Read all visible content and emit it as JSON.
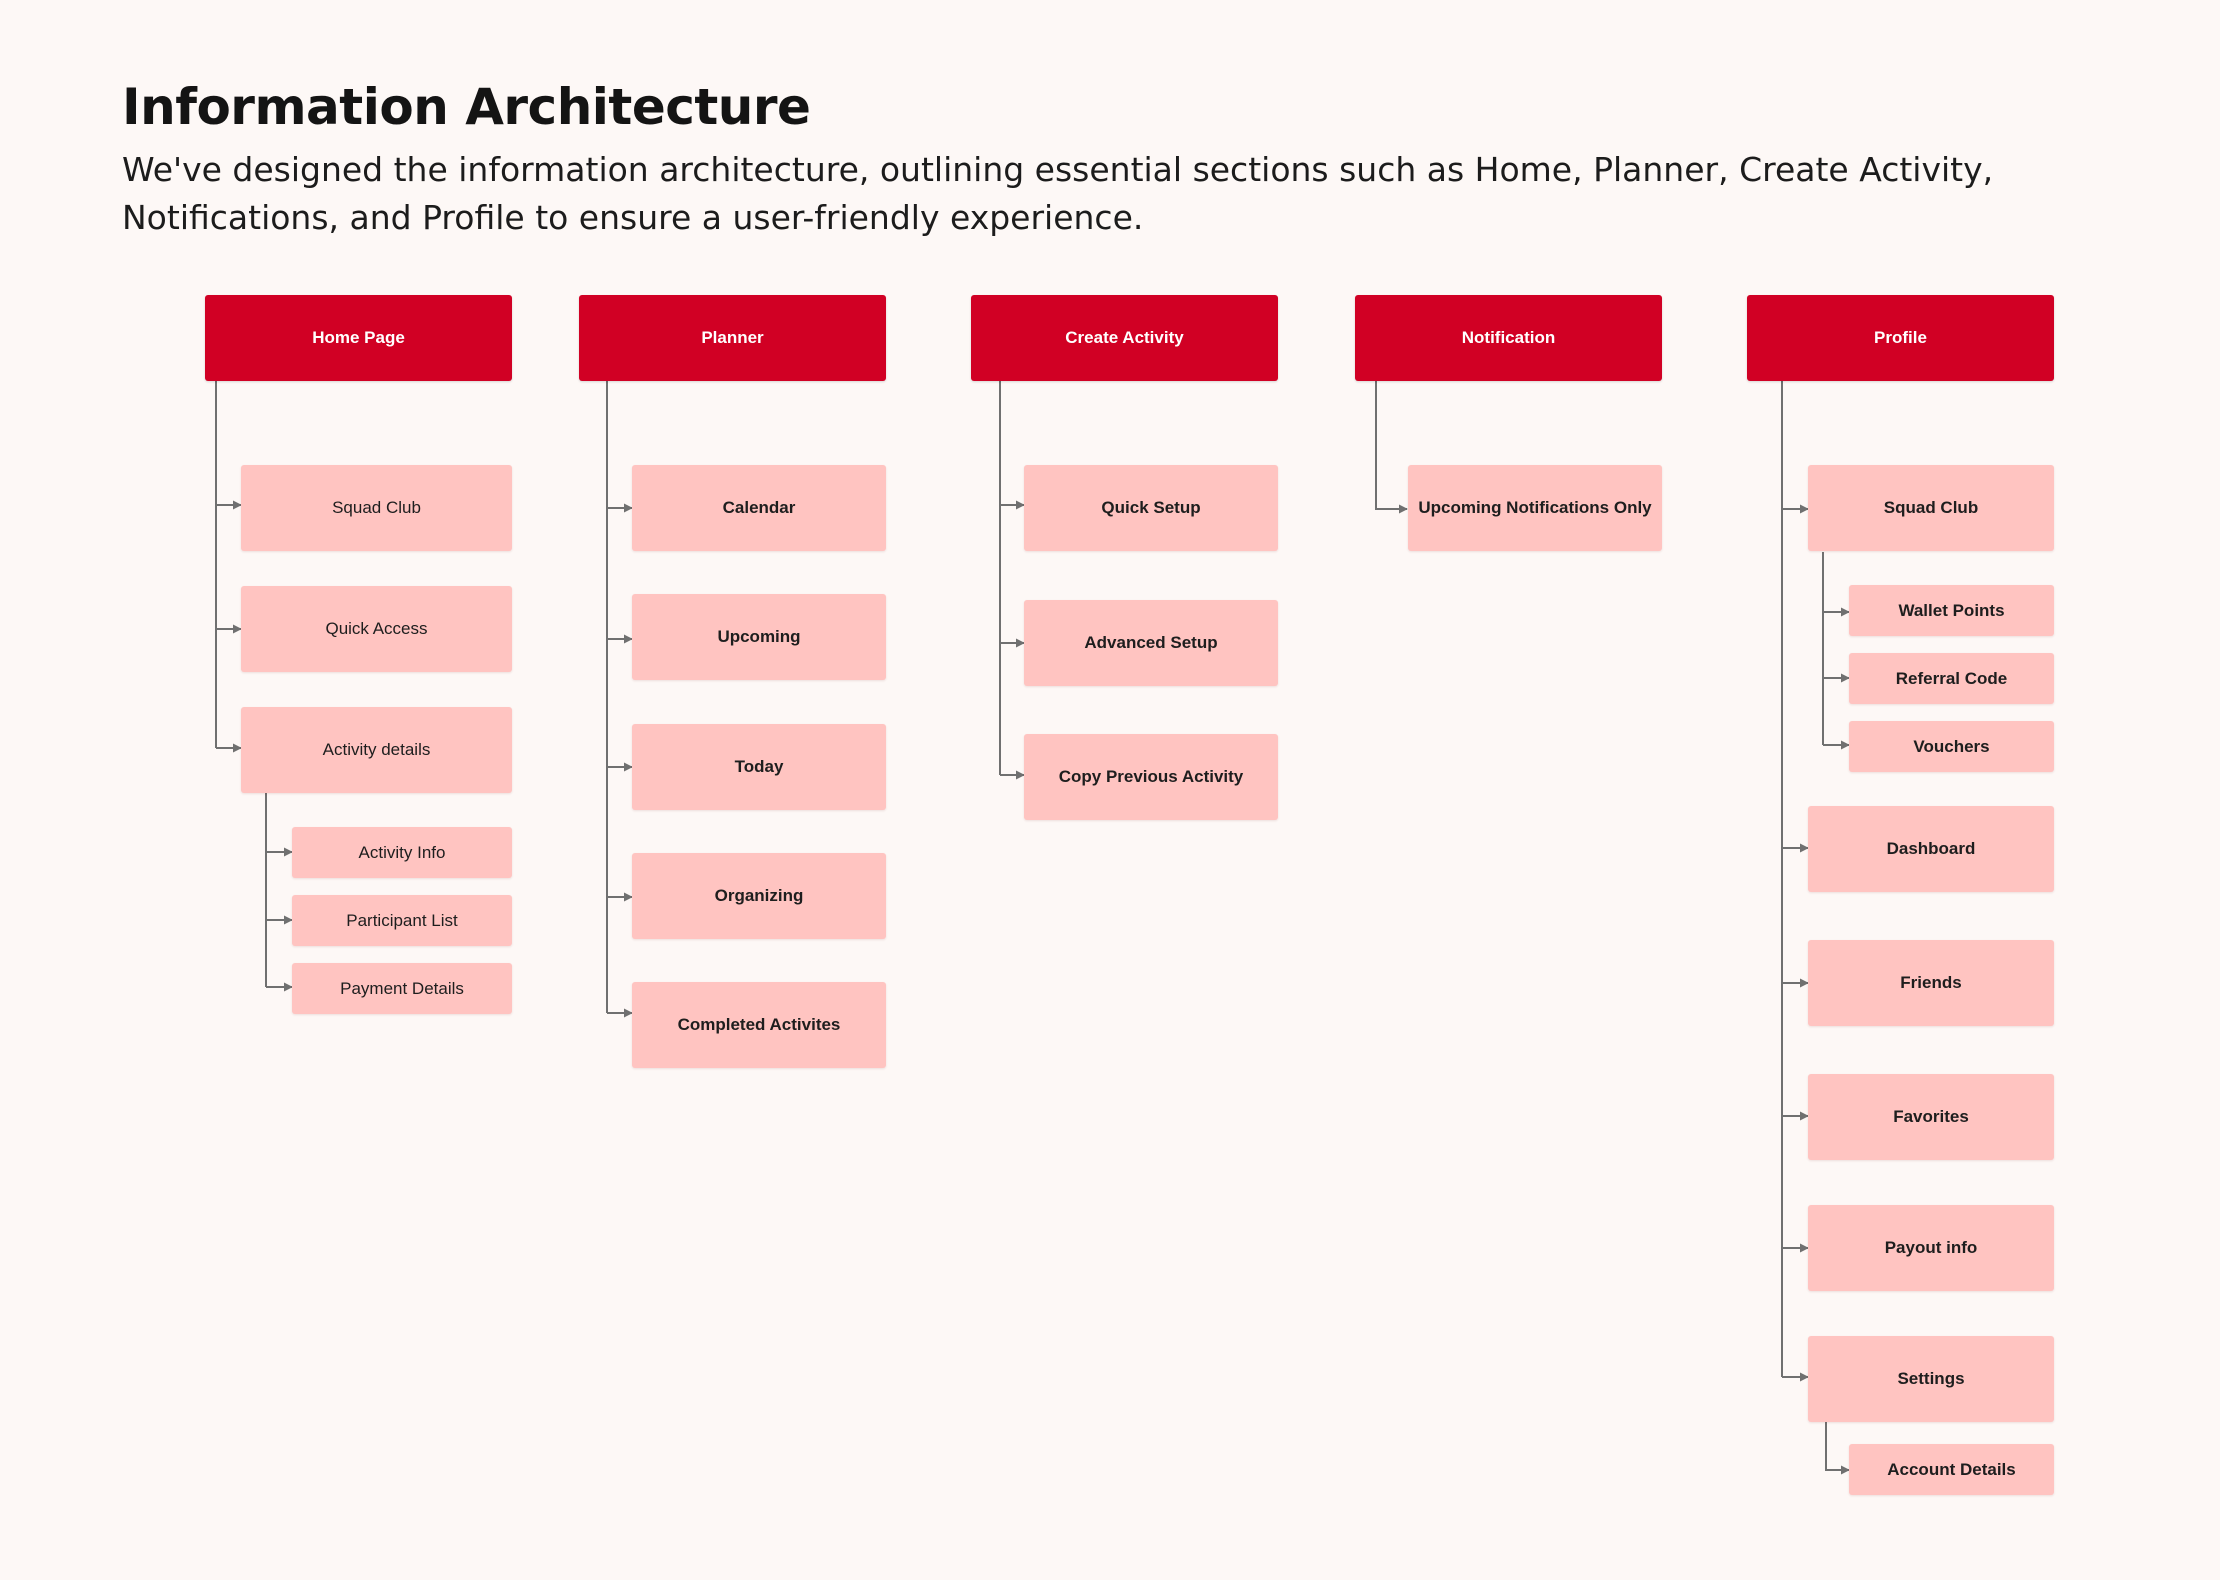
{
  "page": {
    "title": "Information Architecture",
    "subtitle": "We've designed the information architecture, outlining essential sections such as Home, Planner, Create Activity, Notifications, and Profile to ensure a user-friendly experience."
  },
  "colors": {
    "background": "#fdf8f6",
    "header_fill": "#d10024",
    "node_fill": "#ffc4c1",
    "connector": "#707070"
  },
  "columns": {
    "home": {
      "header": "Home Page",
      "squad_club": "Squad Club",
      "quick_access": "Quick Access",
      "activity_details": "Activity details",
      "activity_info": "Activity Info",
      "participant_list": "Participant List",
      "payment_details": "Payment Details"
    },
    "planner": {
      "header": "Planner",
      "calendar": "Calendar",
      "upcoming": "Upcoming",
      "today": "Today",
      "organizing": "Organizing",
      "completed": "Completed Activites"
    },
    "create": {
      "header": "Create Activity",
      "quick_setup": "Quick Setup",
      "advanced_setup": "Advanced Setup",
      "copy_previous": "Copy Previous Activity"
    },
    "notification": {
      "header": "Notification",
      "upcoming_only": "Upcoming Notifications Only"
    },
    "profile": {
      "header": "Profile",
      "squad_club": "Squad Club",
      "wallet_points": "Wallet Points",
      "referral_code": "Referral Code",
      "vouchers": "Vouchers",
      "dashboard": "Dashboard",
      "friends": "Friends",
      "favorites": "Favorites",
      "payout_info": "Payout info",
      "settings": "Settings",
      "account_details": "Account Details"
    }
  }
}
